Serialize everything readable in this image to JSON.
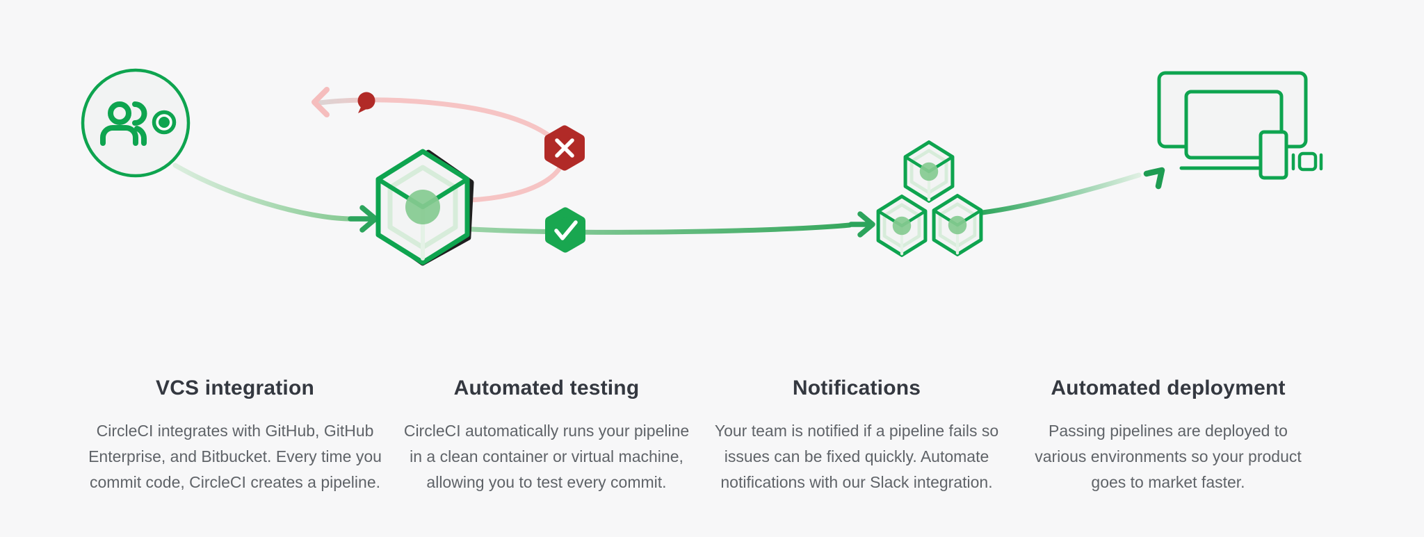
{
  "page": {
    "background": "#F7F7F8",
    "section_name": "CircleCI pipeline features"
  },
  "colors": {
    "brand_green": "#0EA44F",
    "line_green": "#37A75E",
    "soft_green": "#85CA90",
    "pale_green": "#D7ECDA",
    "fail_red": "#B12A27",
    "fail_pink_line": "#F5C4C4",
    "heading_text": "#343840",
    "body_text": "#5F6368"
  },
  "illustration": {
    "icons": [
      "team-circle-icon",
      "rollback-arrow-icon",
      "commit-dot-icon",
      "fail-hexagon-icon",
      "pipeline-cube-icon",
      "pass-hexagon-icon",
      "notification-cubes-icon",
      "deploy-arrow-icon",
      "devices-icon"
    ]
  },
  "features": [
    {
      "title": "VCS integration",
      "lines": [
        "CircleCI integrates with GitHub, GitHub",
        "Enterprise, and Bitbucket. Every time you",
        "commit code, CircleCI creates a pipeline."
      ]
    },
    {
      "title": "Automated testing",
      "lines": [
        "CircleCI automatically runs your pipeline",
        "in a clean container or virtual machine,",
        "allowing you to test every commit."
      ]
    },
    {
      "title": "Notifications",
      "lines": [
        "Your team is notified if a pipeline fails so",
        "issues can be fixed quickly. Automate",
        "notifications with our Slack integration."
      ]
    },
    {
      "title": "Automated deployment",
      "lines": [
        "Passing pipelines are deployed to",
        "various environments so your product",
        "goes to market faster."
      ]
    }
  ]
}
